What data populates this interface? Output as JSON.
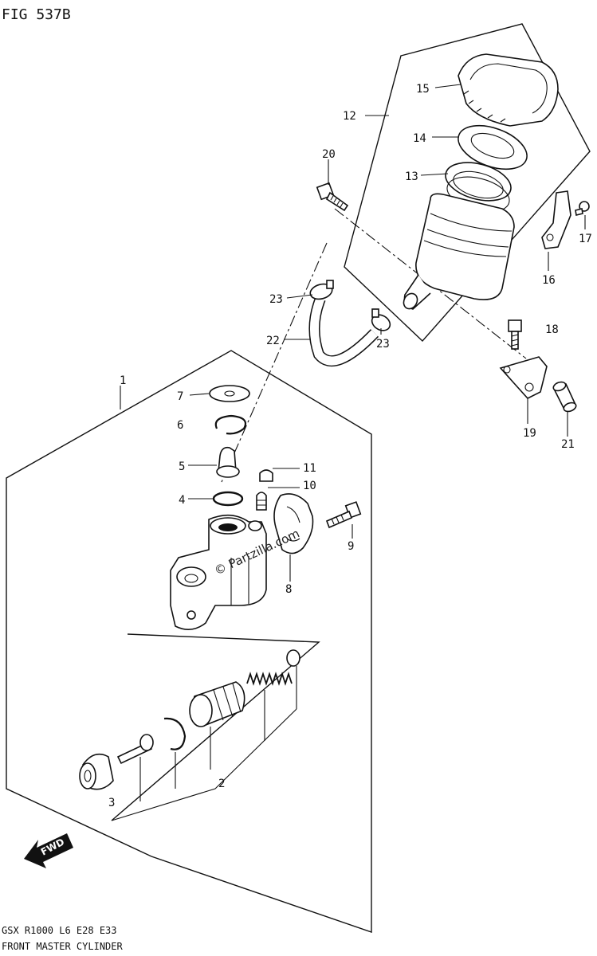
{
  "figure_title": "FIG 537B",
  "footer": {
    "code": "GSX R1000 L6 E28 E33",
    "caption": "FRONT MASTER CYLINDER"
  },
  "watermark": "© Partzilla.com",
  "fwd_label": "FWD",
  "callouts": {
    "c1": "1",
    "c2": "2",
    "c3": "3",
    "c4": "4",
    "c5": "5",
    "c6": "6",
    "c7": "7",
    "c8": "8",
    "c9": "9",
    "c10": "10",
    "c11": "11",
    "c12": "12",
    "c13": "13",
    "c14": "14",
    "c15": "15",
    "c16": "16",
    "c17": "17",
    "c18": "18",
    "c19": "19",
    "c20": "20",
    "c21": "21",
    "c22": "22",
    "c23a": "23",
    "c23b": "23"
  }
}
